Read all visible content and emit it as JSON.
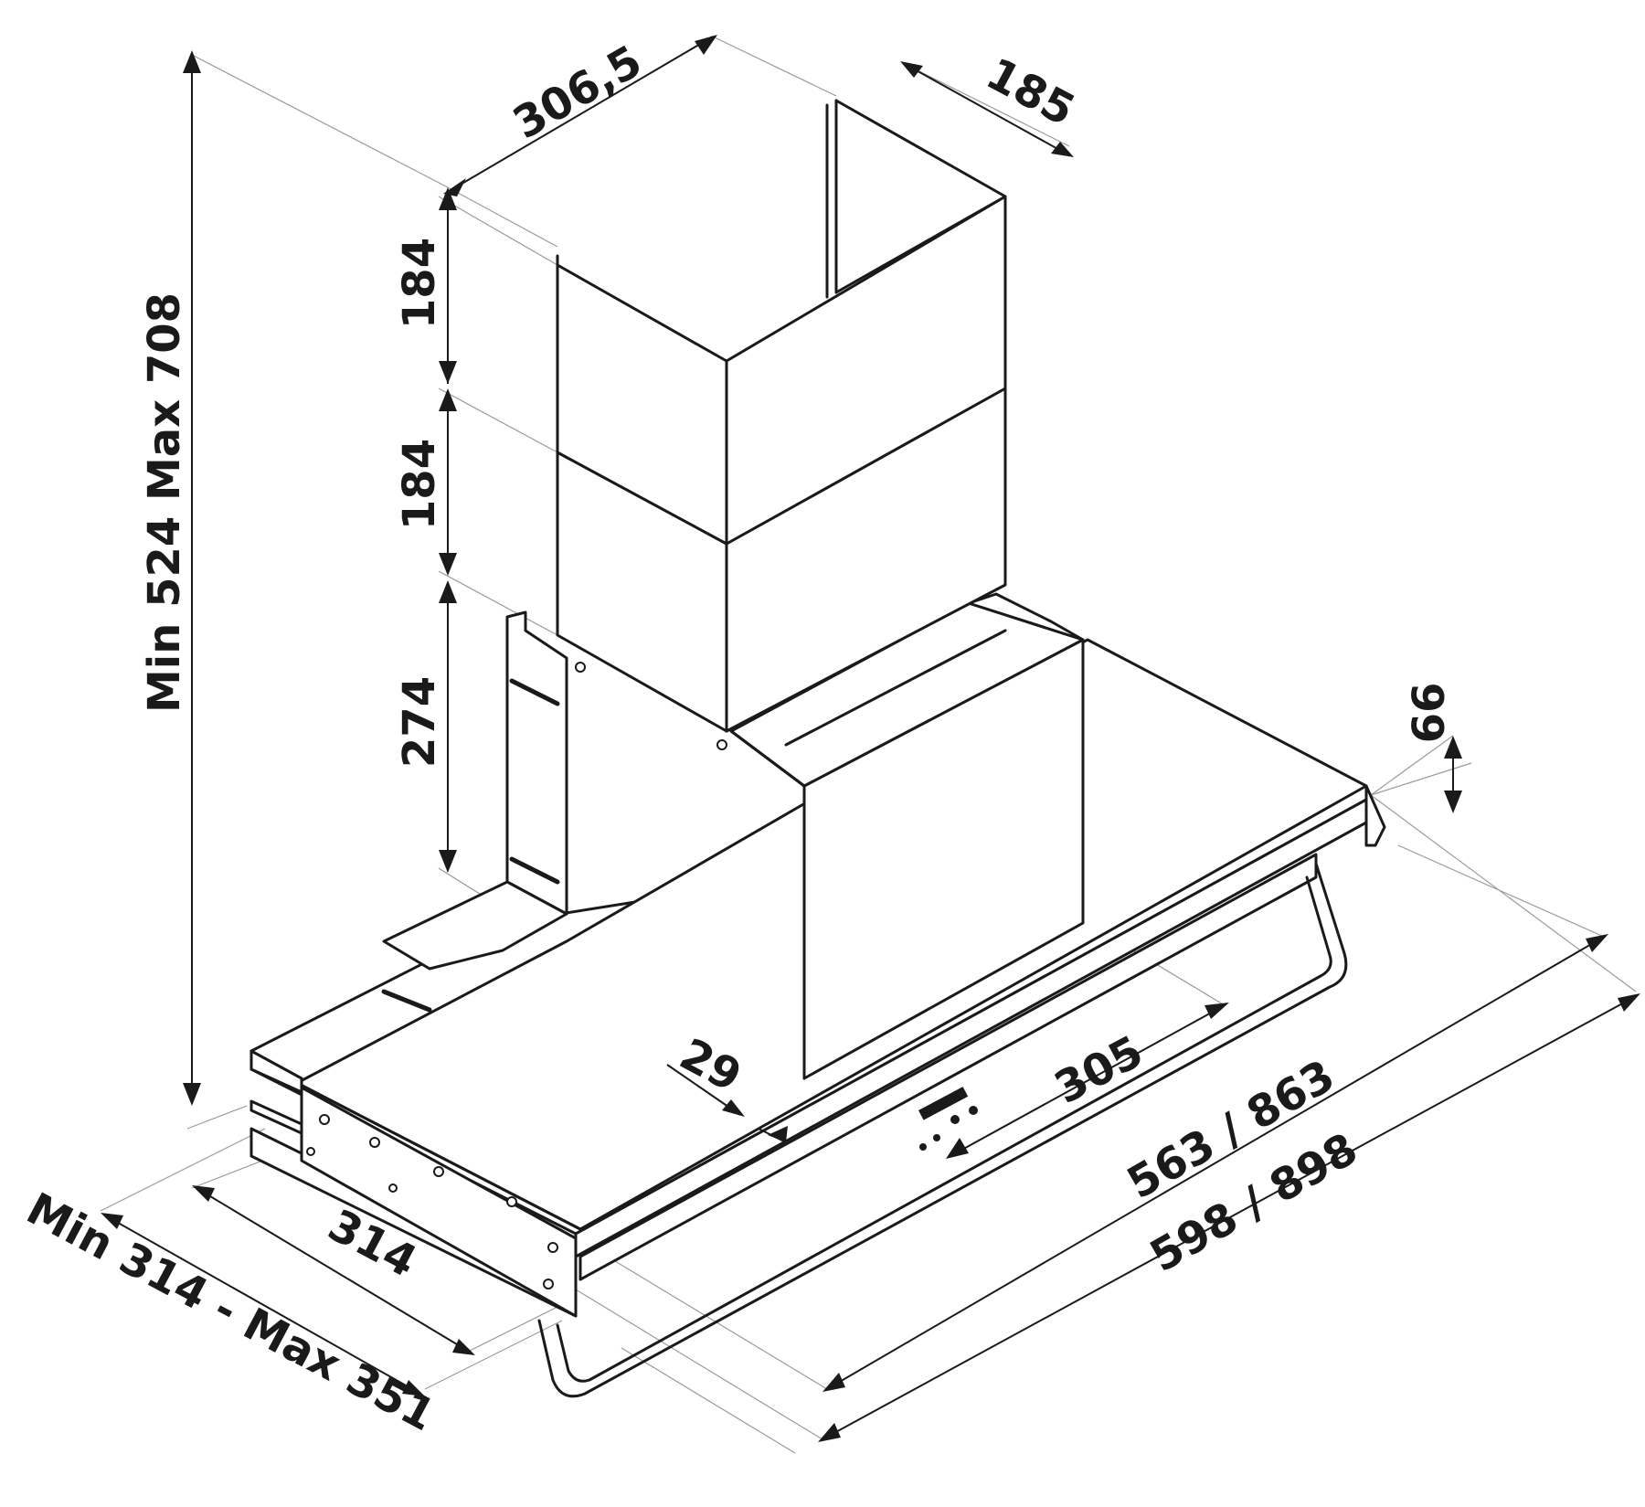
{
  "diagram": {
    "labels": {
      "chimney_width": "306,5",
      "chimney_depth": "185",
      "upper_chimney_height": "184",
      "lower_chimney_height": "184",
      "bracket_height": "274",
      "total_height": "Min 524 Max 708",
      "canopy_thickness": "66",
      "side_offset": "29",
      "front_depth": "305",
      "inner_width": "563 / 863",
      "outer_width": "598 / 898",
      "depth": "314",
      "wall_depth": "Min 314 - Max 351"
    }
  }
}
